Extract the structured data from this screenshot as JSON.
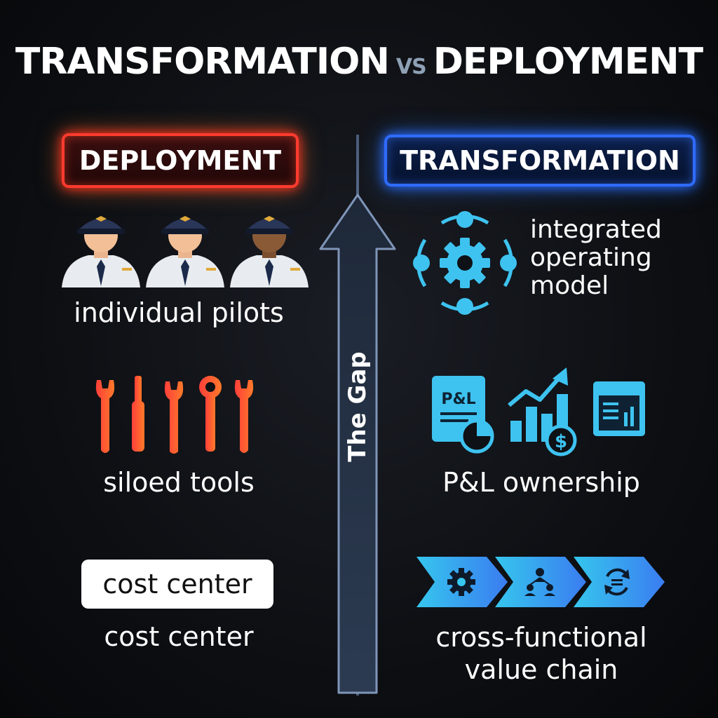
{
  "title": {
    "left": "TRANSFORMATION",
    "vs": "VS",
    "right": "DEPLOYMENT"
  },
  "deployment": {
    "header": "DEPLOYMENT",
    "items": [
      {
        "label": "individual pilots",
        "icon": "pilot-icon"
      },
      {
        "label": "siloed tools",
        "icon": "wrench-icon"
      },
      {
        "label": "cost center",
        "box": "cost center",
        "icon": "cost-center-box"
      }
    ]
  },
  "transformation": {
    "header": "TRANSFORMATION",
    "items": [
      {
        "label": "integrated\noperating\nmodel",
        "icon": "gear-network-icon"
      },
      {
        "label": "P&L ownership",
        "icon": "pnl-chart-icon",
        "doc_text": "P&L"
      },
      {
        "label": "cross-functional\nvalue chain",
        "icon": "chevron-chain-icon"
      }
    ]
  },
  "gap": {
    "label": "The Gap"
  },
  "colors": {
    "deployment_accent": "#ff3b2f",
    "transformation_accent": "#2f6bff",
    "cyan": "#3ec3f0"
  }
}
